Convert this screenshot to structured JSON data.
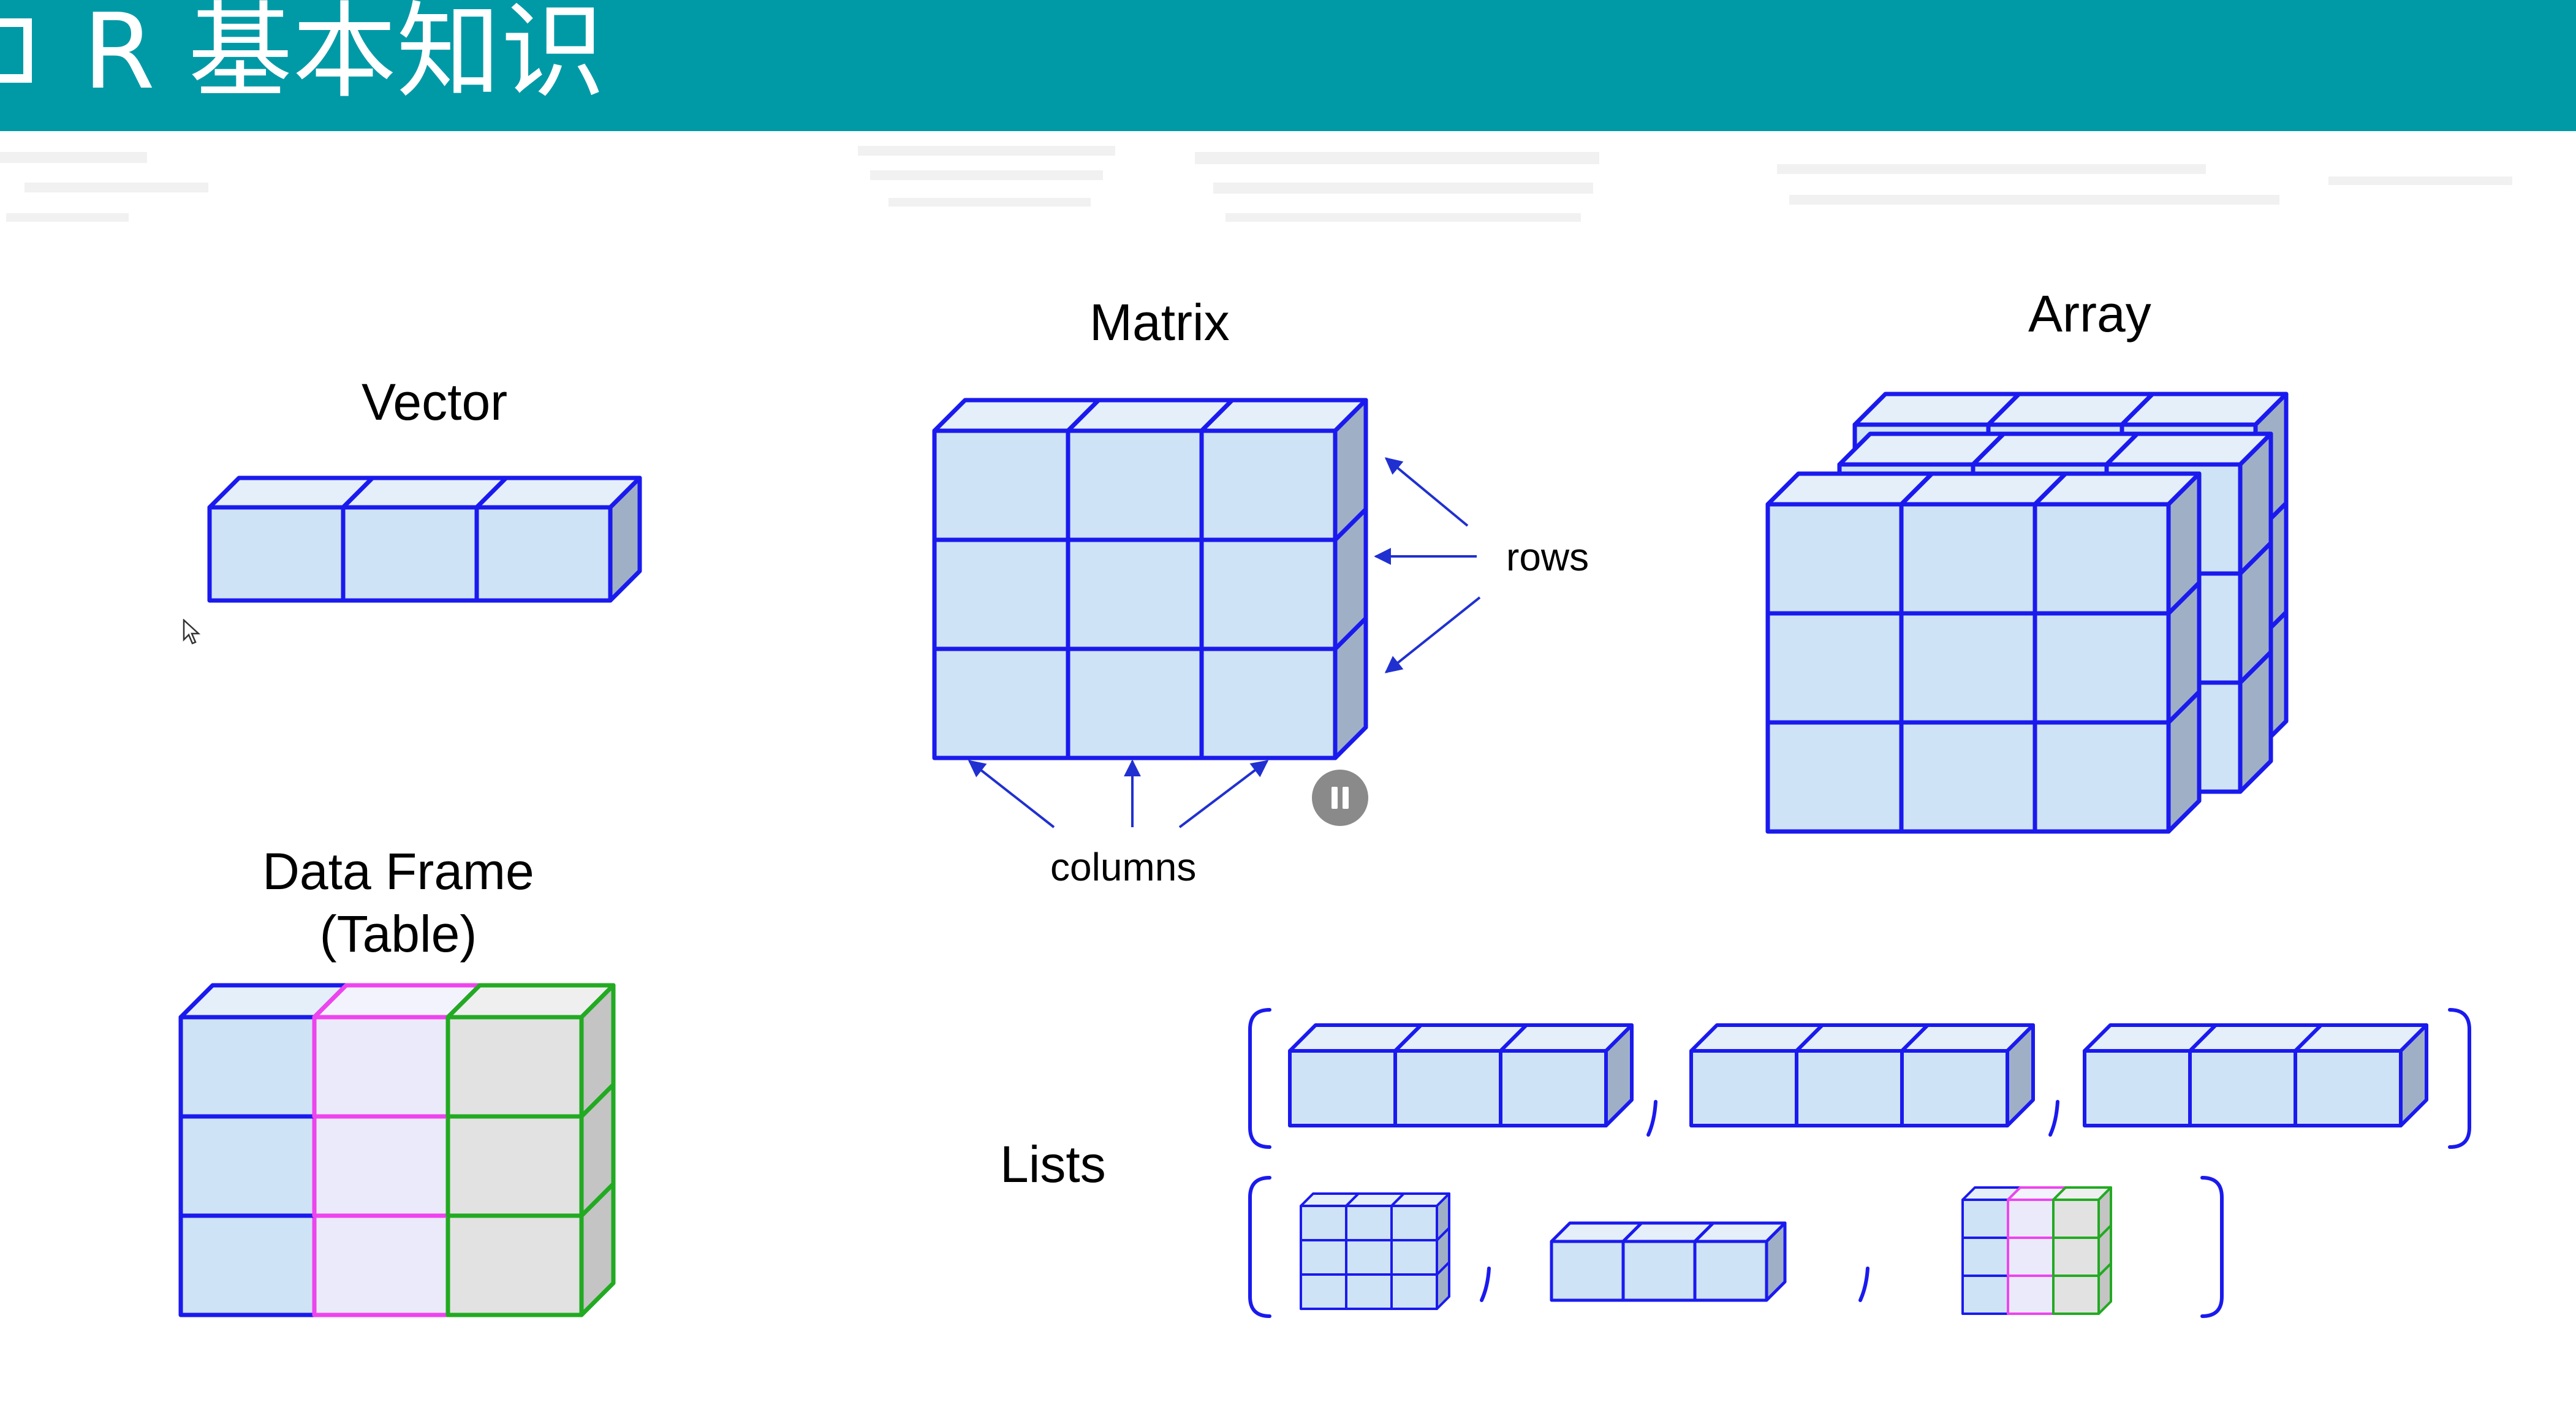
{
  "header": {
    "title": "R 基本知识",
    "background": "#009AA6"
  },
  "labels": {
    "vector": "Vector",
    "matrix": "Matrix",
    "array": "Array",
    "data_frame_line1": "Data Frame",
    "data_frame_line2": "(Table)",
    "lists": "Lists",
    "rows": "rows",
    "columns": "columns"
  },
  "colors": {
    "cube_edge": "#1a1aee",
    "cube_front": "#cfe3f6",
    "cube_side": "#9fb0c6",
    "cube_top": "#e4effa",
    "df_pink_edge": "#ee44ee",
    "df_pink_front": "#eaeafb",
    "df_green_edge": "#22aa22",
    "df_green_front": "#e2e2e2",
    "arrow": "#2030d0"
  },
  "icons": {
    "pause": "pause-icon",
    "cursor": "mouse-cursor-icon"
  }
}
